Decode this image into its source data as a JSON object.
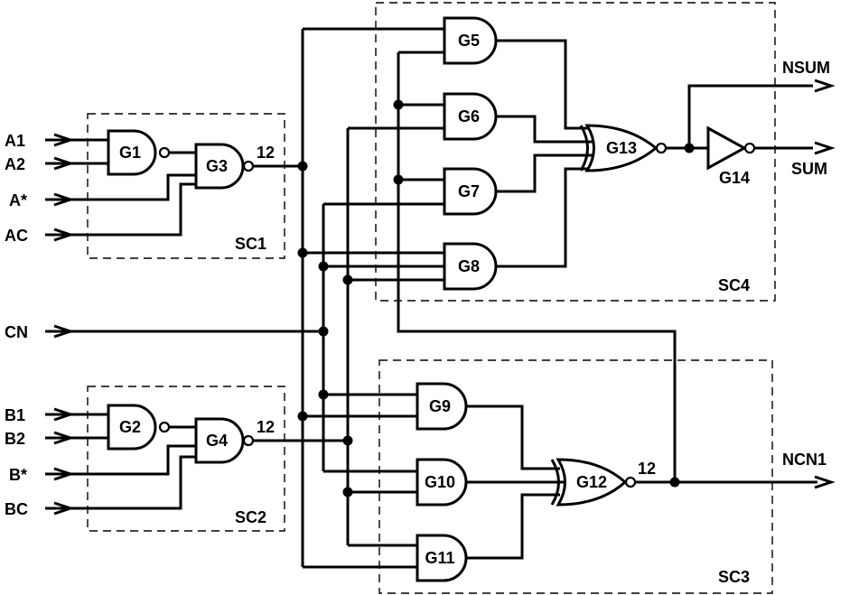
{
  "inputs": {
    "a1": "A1",
    "a2": "A2",
    "a_star": "A*",
    "ac": "AC",
    "cn": "CN",
    "b1": "B1",
    "b2": "B2",
    "b_star": "B*",
    "bc": "BC"
  },
  "outputs": {
    "nsum": "NSUM",
    "sum": "SUM",
    "ncn1": "NCN1"
  },
  "gates": {
    "g1": "G1",
    "g2": "G2",
    "g3": "G3",
    "g4": "G4",
    "g5": "G5",
    "g6": "G6",
    "g7": "G7",
    "g8": "G8",
    "g9": "G9",
    "g10": "G10",
    "g11": "G11",
    "g12": "G12",
    "g13": "G13",
    "g14": "G14"
  },
  "subcircuits": {
    "sc1": "SC1",
    "sc2": "SC2",
    "sc3": "SC3",
    "sc4": "SC4"
  },
  "annotations": {
    "n12_g3": "12",
    "n12_g4": "12",
    "n12_g12": "12"
  }
}
